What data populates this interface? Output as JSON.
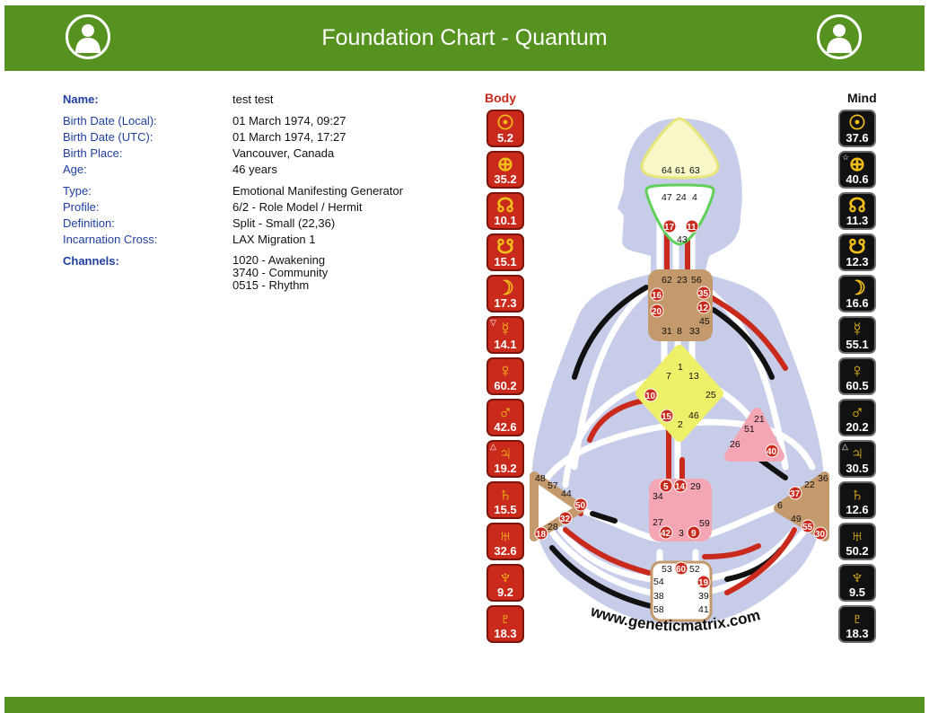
{
  "header": {
    "title": "Foundation Chart - Quantum"
  },
  "info": [
    {
      "label": "Name:",
      "value": "test test"
    },
    {
      "label": "Birth Date (Local):",
      "value": "01 March 1974, 09:27"
    },
    {
      "label": "Birth Date (UTC):",
      "value": "01 March 1974, 17:27"
    },
    {
      "label": "Birth Place:",
      "value": "Vancouver, Canada"
    },
    {
      "label": "Age:",
      "value": "46 years"
    },
    {
      "label": "Type:",
      "value": "Emotional Manifesting Generator"
    },
    {
      "label": "Profile:",
      "value": "6/2 - Role Model / Hermit"
    },
    {
      "label": "Definition:",
      "value": "Split - Small (22,36)"
    },
    {
      "label": "Incarnation Cross:",
      "value": "LAX Migration 1"
    }
  ],
  "channels": {
    "label": "Channels:",
    "items": [
      "1020 - Awakening",
      "3740 - Community",
      "0515 - Rhythm"
    ]
  },
  "body_column": {
    "title": "Body",
    "title_color": "#c92a1c",
    "planets": [
      {
        "icon": "sun-icon",
        "symbol": "☉",
        "value": "5.2"
      },
      {
        "icon": "earth-icon",
        "symbol": "⊕",
        "value": "35.2"
      },
      {
        "icon": "north-node-icon",
        "symbol": "☊",
        "value": "10.1"
      },
      {
        "icon": "south-node-icon",
        "symbol": "☋",
        "value": "15.1"
      },
      {
        "icon": "moon-icon",
        "symbol": "☽",
        "value": "17.3"
      },
      {
        "icon": "mercury-icon",
        "symbol": "☿",
        "value": "14.1",
        "mark": "▽"
      },
      {
        "icon": "venus-icon",
        "symbol": "♀",
        "value": "60.2"
      },
      {
        "icon": "mars-icon",
        "symbol": "♂",
        "value": "42.6"
      },
      {
        "icon": "jupiter-icon",
        "symbol": "♃",
        "value": "19.2",
        "mark": "△"
      },
      {
        "icon": "saturn-icon",
        "symbol": "♄",
        "value": "15.5"
      },
      {
        "icon": "uranus-icon",
        "symbol": "♅",
        "value": "32.6"
      },
      {
        "icon": "neptune-icon",
        "symbol": "♆",
        "value": "9.2"
      },
      {
        "icon": "pluto-icon",
        "symbol": "♇",
        "value": "18.3"
      }
    ]
  },
  "mind_column": {
    "title": "Mind",
    "title_color": "#111111",
    "planets": [
      {
        "icon": "sun-icon",
        "symbol": "☉",
        "value": "37.6"
      },
      {
        "icon": "earth-icon",
        "symbol": "⊕",
        "value": "40.6",
        "mark": "☆"
      },
      {
        "icon": "north-node-icon",
        "symbol": "☊",
        "value": "11.3"
      },
      {
        "icon": "south-node-icon",
        "symbol": "☋",
        "value": "12.3"
      },
      {
        "icon": "moon-icon",
        "symbol": "☽",
        "value": "16.6"
      },
      {
        "icon": "mercury-icon",
        "symbol": "☿",
        "value": "55.1"
      },
      {
        "icon": "venus-icon",
        "symbol": "♀",
        "value": "60.5"
      },
      {
        "icon": "mars-icon",
        "symbol": "♂",
        "value": "20.2"
      },
      {
        "icon": "jupiter-icon",
        "symbol": "♃",
        "value": "30.5",
        "mark": "△"
      },
      {
        "icon": "saturn-icon",
        "symbol": "♄",
        "value": "12.6"
      },
      {
        "icon": "uranus-icon",
        "symbol": "♅",
        "value": "50.2"
      },
      {
        "icon": "neptune-icon",
        "symbol": "♆",
        "value": "9.5"
      },
      {
        "icon": "pluto-icon",
        "symbol": "♇",
        "value": "18.3"
      }
    ]
  },
  "bodygraph": {
    "watermark": "www.geneticmatrix.com",
    "colors": {
      "head": "#f7f7c8",
      "ajna": "#ffffff",
      "throat": "#c49a6c",
      "g": "#eef06a",
      "heart": "#f4a6b4",
      "sacral": "#f4a6b4",
      "spleen": "#ffffff",
      "solar": "#c49a6c",
      "root": "#ffffff",
      "body": "#c92a1c",
      "mind": "#111111"
    },
    "gates_plain": [
      "64",
      "61",
      "63",
      "47",
      "24",
      "4",
      "43",
      "62",
      "23",
      "56",
      "31",
      "8",
      "33",
      "45",
      "1",
      "7",
      "13",
      "25",
      "46",
      "2",
      "21",
      "51",
      "26",
      "22",
      "36",
      "6",
      "49",
      "48",
      "57",
      "44",
      "28",
      "34",
      "29",
      "27",
      "59",
      "3",
      "53",
      "52",
      "54",
      "38",
      "58",
      "39",
      "41"
    ],
    "gates_active": [
      "17",
      "11",
      "16",
      "20",
      "35",
      "12",
      "10",
      "15",
      "40",
      "37",
      "55",
      "30",
      "50",
      "32",
      "18",
      "5",
      "14",
      "42",
      "9",
      "60",
      "19"
    ]
  }
}
